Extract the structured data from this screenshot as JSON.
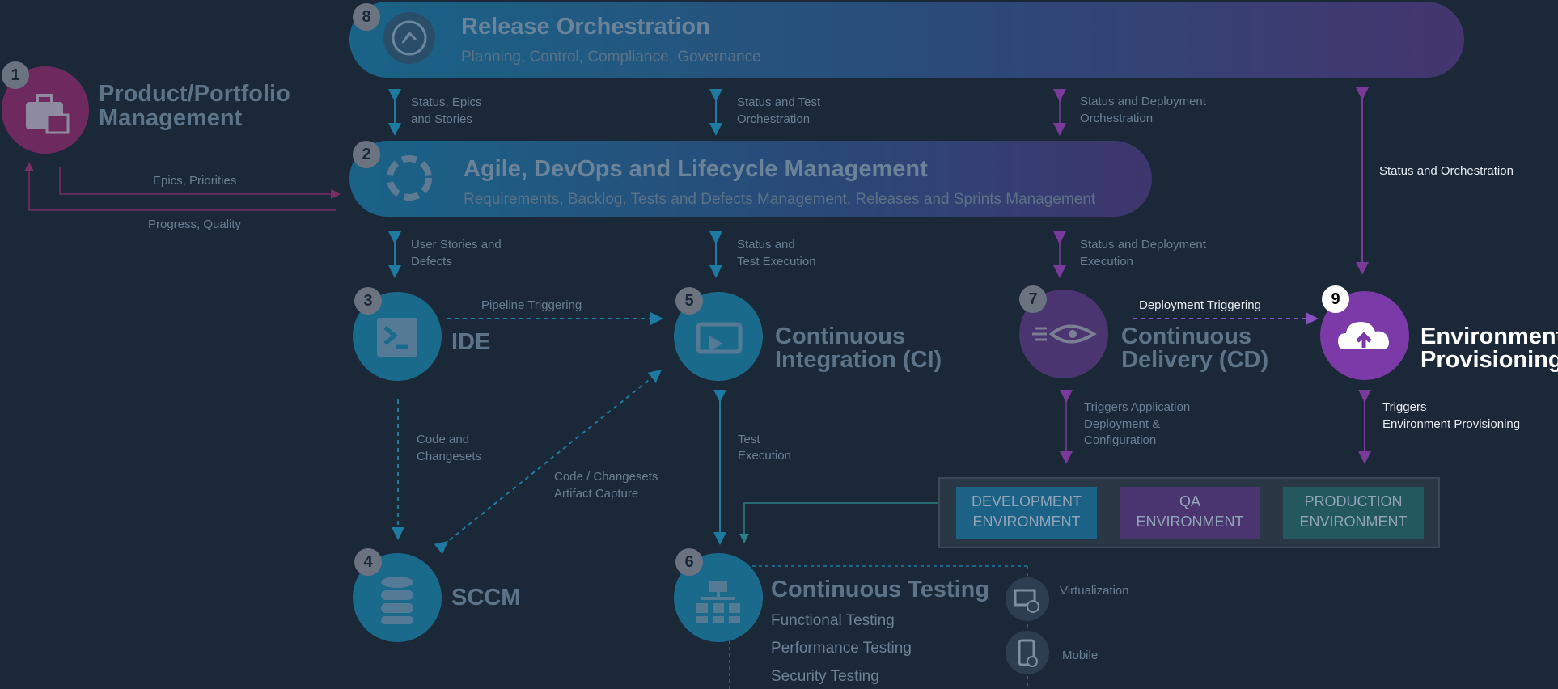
{
  "colors": {
    "background": "#1b2838",
    "teal": "#1a6a8c",
    "purple": "#5b3a7d",
    "magenta": "#7a2e66",
    "active_purple": "#7b3aa8"
  },
  "release": {
    "badge": "8",
    "title": "Release Orchestration",
    "subtitle": "Planning, Control, Compliance, Governance",
    "icon": "release-cycle-icon"
  },
  "agile": {
    "badge": "2",
    "title": "Agile, DevOps and Lifecycle Management",
    "subtitle": "Requirements, Backlog, Tests and Defects Management, Releases and Sprints Management",
    "icon": "cycle-ring-icon"
  },
  "product": {
    "badge": "1",
    "title_line1": "Product/Portfolio",
    "title_line2": "Management",
    "icon": "briefcase-icon"
  },
  "product_links": {
    "epics": "Epics, Priorities",
    "progress": "Progress, Quality"
  },
  "arrows_top": {
    "a1_l1": "Status, Epics",
    "a1_l2": "and Stories",
    "a2_l1": "Status and Test",
    "a2_l2": "Orchestration",
    "a3_l1": "Status and Deployment",
    "a3_l2": "Orchestration",
    "a4": "Status and Orchestration"
  },
  "arrows_mid": {
    "b1_l1": "User Stories and",
    "b1_l2": "Defects",
    "b2_l1": "Status and",
    "b2_l2": "Test Execution",
    "b3_l1": "Status and Deployment",
    "b3_l2": "Execution"
  },
  "ide": {
    "badge": "3",
    "title": "IDE",
    "icon": "terminal-icon"
  },
  "ci": {
    "badge": "5",
    "title_line1": "Continuous",
    "title_line2": "Integration (CI)",
    "icon": "monitor-play-icon"
  },
  "cd": {
    "badge": "7",
    "title_line1": "Continuous",
    "title_line2": "Delivery (CD)",
    "icon": "rocket-icon"
  },
  "env": {
    "badge": "9",
    "title_line1": "Environment",
    "title_line2": "Provisioning",
    "icon": "cloud-upload-icon"
  },
  "sccm": {
    "badge": "4",
    "title": "SCCM",
    "icon": "database-icon"
  },
  "testing": {
    "badge": "6",
    "title": "Continuous Testing",
    "icon": "sitemap-icon",
    "items": [
      "Functional Testing",
      "Performance Testing",
      "Security Testing"
    ],
    "side_virtualization": "Virtualization",
    "side_mobile": "Mobile"
  },
  "links": {
    "pipeline": "Pipeline Triggering",
    "deployment": "Deployment Triggering",
    "code_l1": "Code and",
    "code_l2": "Changesets",
    "capture_l1": "Code / Changesets",
    "capture_l2": "Artifact Capture",
    "test_l1": "Test",
    "test_l2": "Execution",
    "triggers_app_l1": "Triggers Application",
    "triggers_app_l2": "Deployment &",
    "triggers_app_l3": "Configuration",
    "triggers_env_l1": "Triggers",
    "triggers_env_l2": "Environment Provisioning"
  },
  "environments": [
    {
      "line1": "DEVELOPMENT",
      "line2": "ENVIRONMENT",
      "color": "#1b6286"
    },
    {
      "line1": "QA",
      "line2": "ENVIRONMENT",
      "color": "#4a3570"
    },
    {
      "line1": "PRODUCTION",
      "line2": "ENVIRONMENT",
      "color": "#23585f"
    }
  ]
}
